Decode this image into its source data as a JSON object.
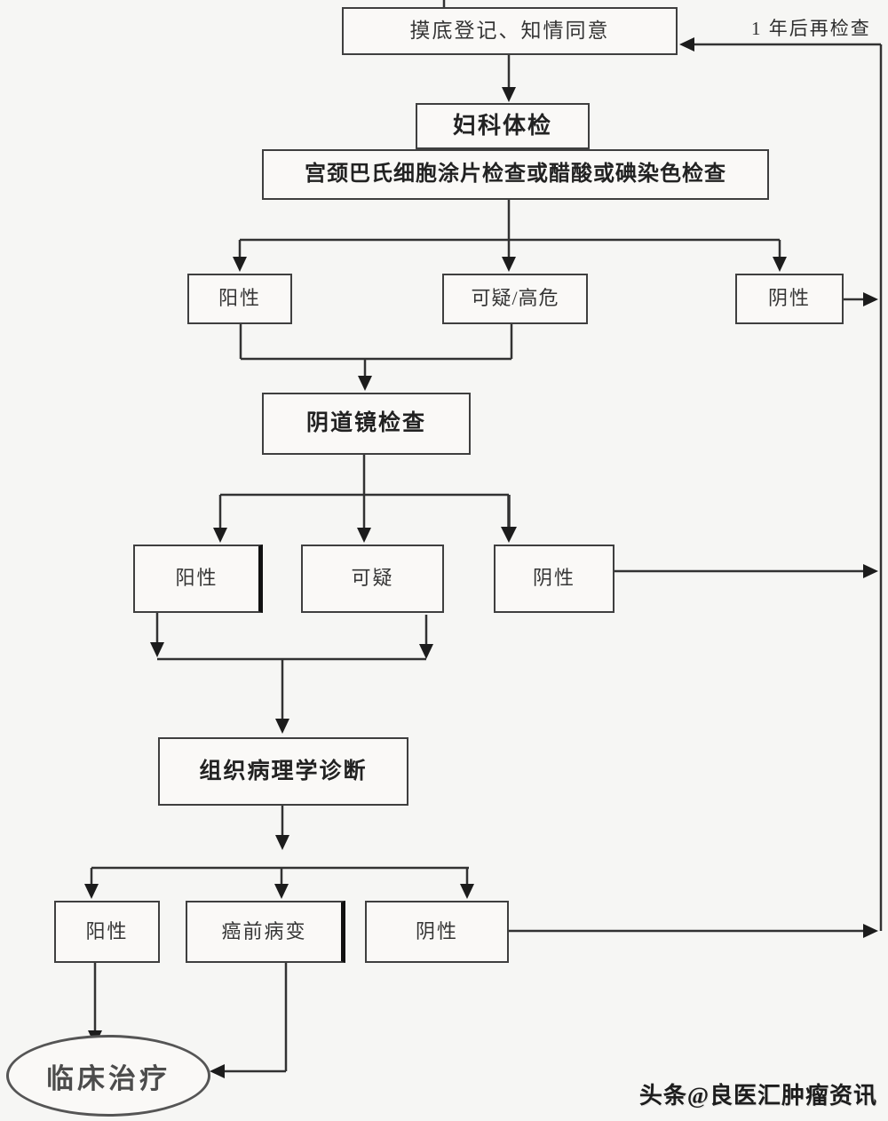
{
  "flowchart": {
    "registration": "摸底登记、知情同意",
    "gyn_exam": "妇科体检",
    "cytology": "宫颈巴氏细胞涂片检查或醋酸或碘染色检查",
    "row1": {
      "positive": "阳性",
      "suspicious_high_risk": "可疑/高危",
      "negative": "阴性"
    },
    "colposcopy": "阴道镜检查",
    "row2": {
      "positive": "阳性",
      "suspicious": "可疑",
      "negative": "阴性"
    },
    "histopathology": "组织病理学诊断",
    "row3": {
      "positive": "阳性",
      "precancerous": "癌前病变",
      "negative": "阴性"
    },
    "treatment": "临床治疗",
    "recheck_note": "1 年后再检查",
    "colors": {
      "line": "#323232",
      "arrow": "#1c1c1c",
      "border": "#3f3f3f",
      "background": "#f6f6f4"
    }
  },
  "watermark": "头条@良医汇肿瘤资讯"
}
